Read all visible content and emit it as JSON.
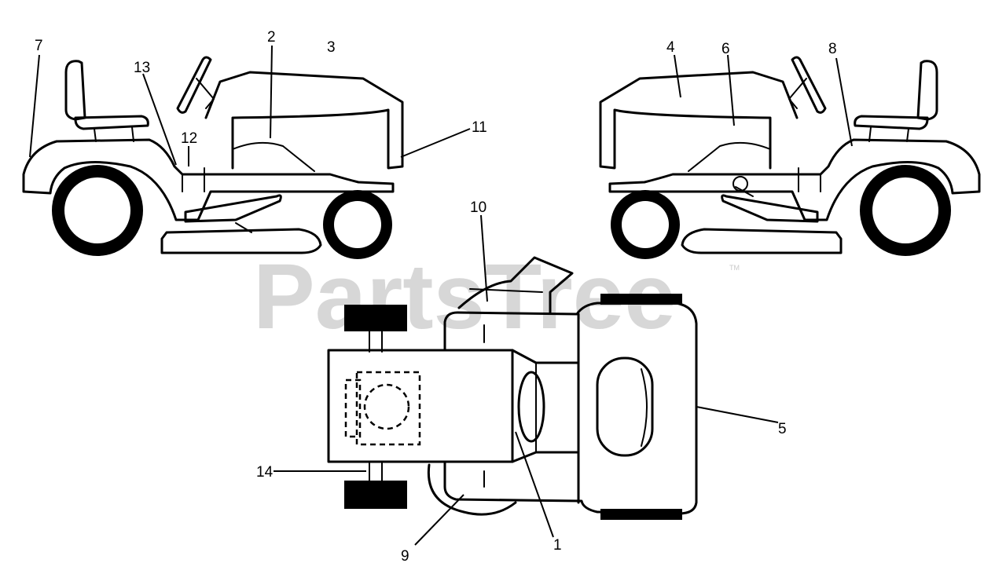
{
  "watermark": {
    "text": "PartsTree",
    "trademark": "TM"
  },
  "callouts": {
    "c1": "1",
    "c2": "2",
    "c3": "3",
    "c4": "4",
    "c5": "5",
    "c6": "6",
    "c7": "7",
    "c8": "8",
    "c9": "9",
    "c10": "10",
    "c11": "11",
    "c12": "12",
    "c13": "13",
    "c14": "14"
  }
}
